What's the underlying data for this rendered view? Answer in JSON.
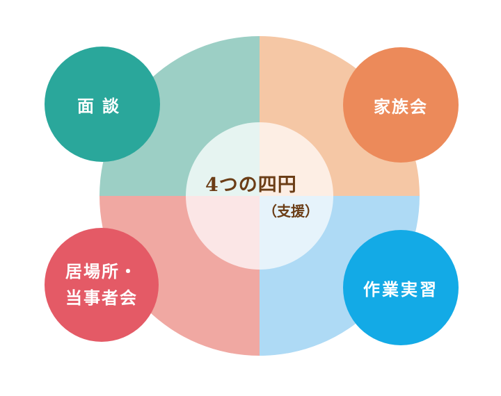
{
  "center": {
    "title": "4つの四円",
    "subtitle": "（支援）"
  },
  "bubbles": {
    "top_left": {
      "label": "面談",
      "color": "#2aa79b"
    },
    "top_right": {
      "label": "家族会",
      "color": "#ec8a5a"
    },
    "bottom_left": {
      "line1": "居場所・",
      "line2": "当事者会",
      "color": "#e45a66"
    },
    "bottom_right": {
      "label": "作業実習",
      "color": "#13aae6"
    }
  },
  "quadrant_colors": {
    "top_left": "#9ccfc5",
    "top_right": "#f5c7a5",
    "bottom_left": "#f0a8a2",
    "bottom_right": "#aedaf5"
  },
  "inner_colors": {
    "top_left": "#e6f4f1",
    "top_right": "#fdeee4",
    "bottom_left": "#fbe6e6",
    "bottom_right": "#e6f3fb"
  }
}
